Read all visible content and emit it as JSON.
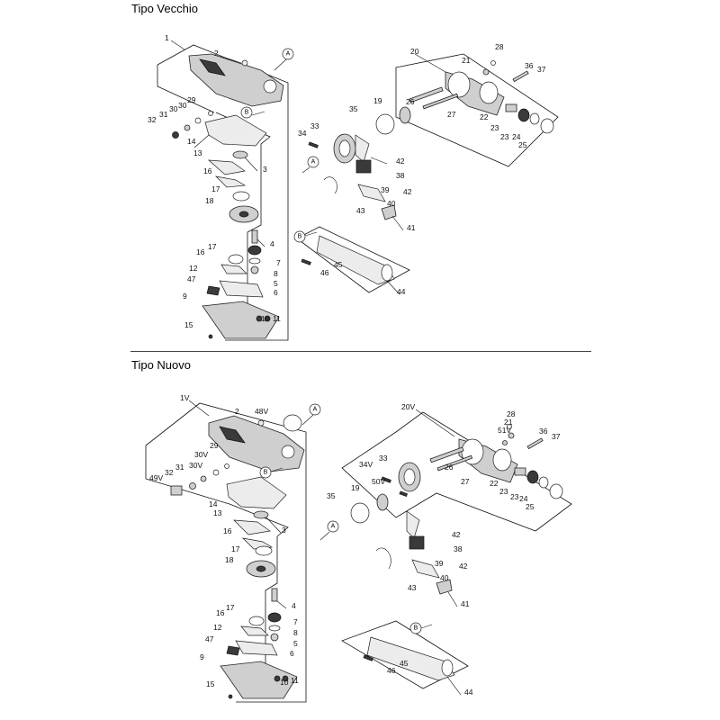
{
  "sections": {
    "old": {
      "title": "Tipo Vecchio"
    },
    "new": {
      "title": "Tipo Nuovo"
    }
  },
  "reference_letters": {
    "a": "A",
    "b": "B"
  },
  "old_labels": {
    "p1": "1",
    "p2": "2",
    "p3": "3",
    "p4": "4",
    "p5": "5",
    "p6": "6",
    "p7": "7",
    "p8": "8",
    "p9": "9",
    "p10": "10",
    "p11": "11",
    "p12": "12",
    "p13": "13",
    "p14": "14",
    "p15": "15",
    "p16": "16",
    "p17": "17",
    "p18": "18",
    "p19": "19",
    "p20": "20",
    "p21": "21",
    "p22": "22",
    "p23": "23",
    "p23b": "23",
    "p24": "24",
    "p25": "25",
    "p26": "26",
    "p27": "27",
    "p28": "28",
    "p29": "29",
    "p30": "30",
    "p30b": "30",
    "p31": "31",
    "p32": "32",
    "p33": "33",
    "p34": "34",
    "p35": "35",
    "p36": "36",
    "p37": "37",
    "p38": "38",
    "p39": "39",
    "p40": "40",
    "p41": "41",
    "p42": "42",
    "p42b": "42",
    "p43": "43",
    "p44": "44",
    "p45": "45",
    "p46": "46",
    "p47": "47",
    "p16b": "16",
    "p17b": "17"
  },
  "new_labels": {
    "p1v": "1V",
    "p2": "2",
    "p48v": "48V",
    "p3": "3",
    "p4": "4",
    "p5": "5",
    "p6": "6",
    "p7": "7",
    "p8": "8",
    "p9": "9",
    "p10": "10",
    "p11": "11",
    "p12": "12",
    "p13": "13",
    "p14": "14",
    "p15": "15",
    "p16": "16",
    "p16b": "16",
    "p17": "17",
    "p17b": "17",
    "p18": "18",
    "p19": "19",
    "p20v": "20V",
    "p21": "21",
    "p22": "22",
    "p23": "23",
    "p23b": "23",
    "p24": "24",
    "p25": "25",
    "p26": "26",
    "p27": "27",
    "p28": "28",
    "p29": "29",
    "p30v": "30V",
    "p30vb": "30V",
    "p31": "31",
    "p32": "32",
    "p33": "33",
    "p34v": "34V",
    "p35": "35",
    "p36": "36",
    "p37": "37",
    "p38": "38",
    "p39": "39",
    "p40": "40",
    "p41": "41",
    "p42": "42",
    "p42b": "42",
    "p43": "43",
    "p44": "44",
    "p45": "45",
    "p46": "46",
    "p47": "47",
    "p49v": "49V",
    "p50v": "50V",
    "p51v": "51V"
  }
}
